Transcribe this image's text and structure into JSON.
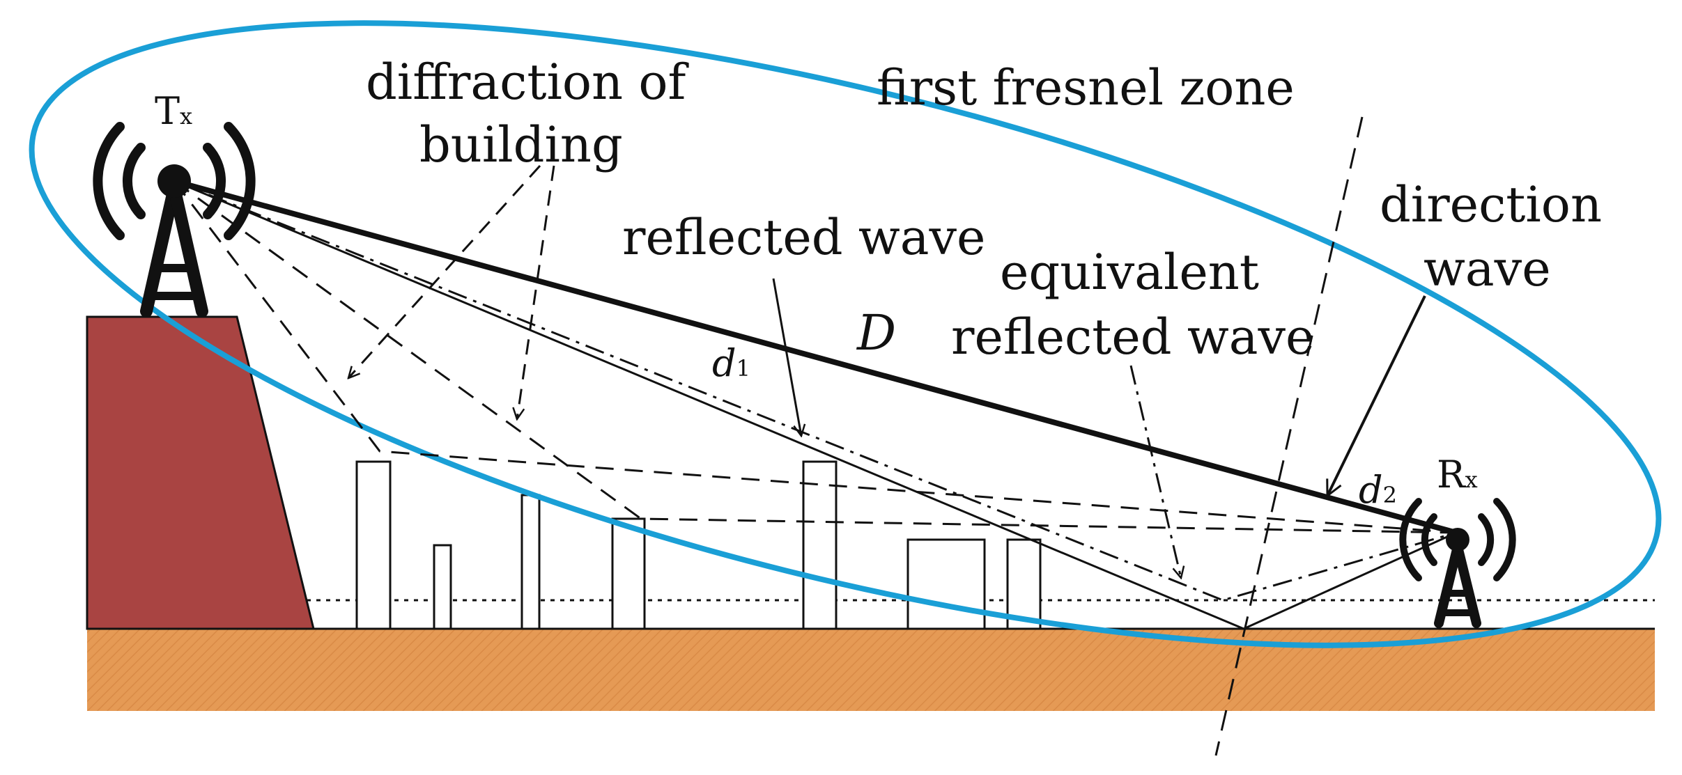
{
  "labels": {
    "tx_main": "T",
    "tx_sub": "x",
    "rx_main": "R",
    "rx_sub": "x",
    "diffraction_line1": "diffraction of",
    "diffraction_line2": "building",
    "fresnel": "first fresnel zone",
    "direction_line1": "direction",
    "direction_line2": "wave",
    "reflected": "reflected wave",
    "equivalent_line1": "equivalent",
    "equivalent_line2": "reflected wave",
    "D": "D",
    "d1_main": "d",
    "d1_sub": "1",
    "d2_main": "d",
    "d2_sub": "2"
  },
  "colors": {
    "fresnel_zone": "#1a9fd6",
    "hill": "#a94442",
    "ground": "#e59a55",
    "ground_hatch": "#d98a46",
    "lines": "#111111"
  }
}
